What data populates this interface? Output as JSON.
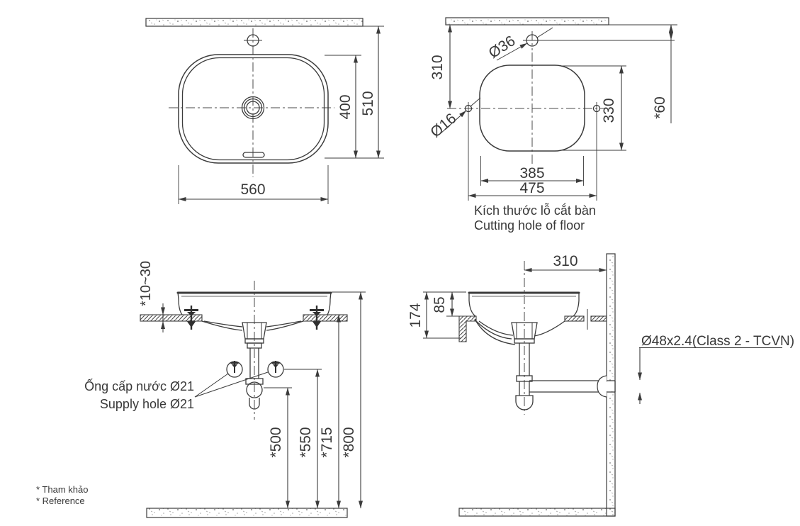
{
  "colors": {
    "line": "#3b3b3b",
    "text": "#383838",
    "shade": "#9a9a9a",
    "background": "#ffffff"
  },
  "top_view": {
    "dim_width": "560",
    "dim_inner_depth": "400",
    "dim_outer_depth": "510"
  },
  "cutout_view": {
    "faucet_hole": "Ø36",
    "side_hole": "Ø16",
    "dim_wall_to_center": "310",
    "dim_hole_depth": "330",
    "dim_faucet_to_wall": "*60",
    "dim_hole_width": "385",
    "dim_side_holes_span": "475",
    "caption_vi": "Kích thước lỗ cắt bàn",
    "caption_en": "Cutting hole of floor"
  },
  "front_view": {
    "dim_counter_thickness": "*10~30",
    "dim_waste_height": "*500",
    "dim_supply_height": "*550",
    "dim_counter_height": "*715",
    "dim_rim_height": "*800",
    "supply_label_vi": "Ống cấp nước Ø21",
    "supply_label_en": "Supply hole Ø21"
  },
  "side_view": {
    "dim_center_to_wall": "310",
    "dim_total_depth": "174",
    "dim_rim_above_counter": "85",
    "pipe_label": "Ø48x2.4(Class 2 - TCVN)"
  },
  "footnote": {
    "vi": "* Tham khảo",
    "en": "* Reference"
  }
}
